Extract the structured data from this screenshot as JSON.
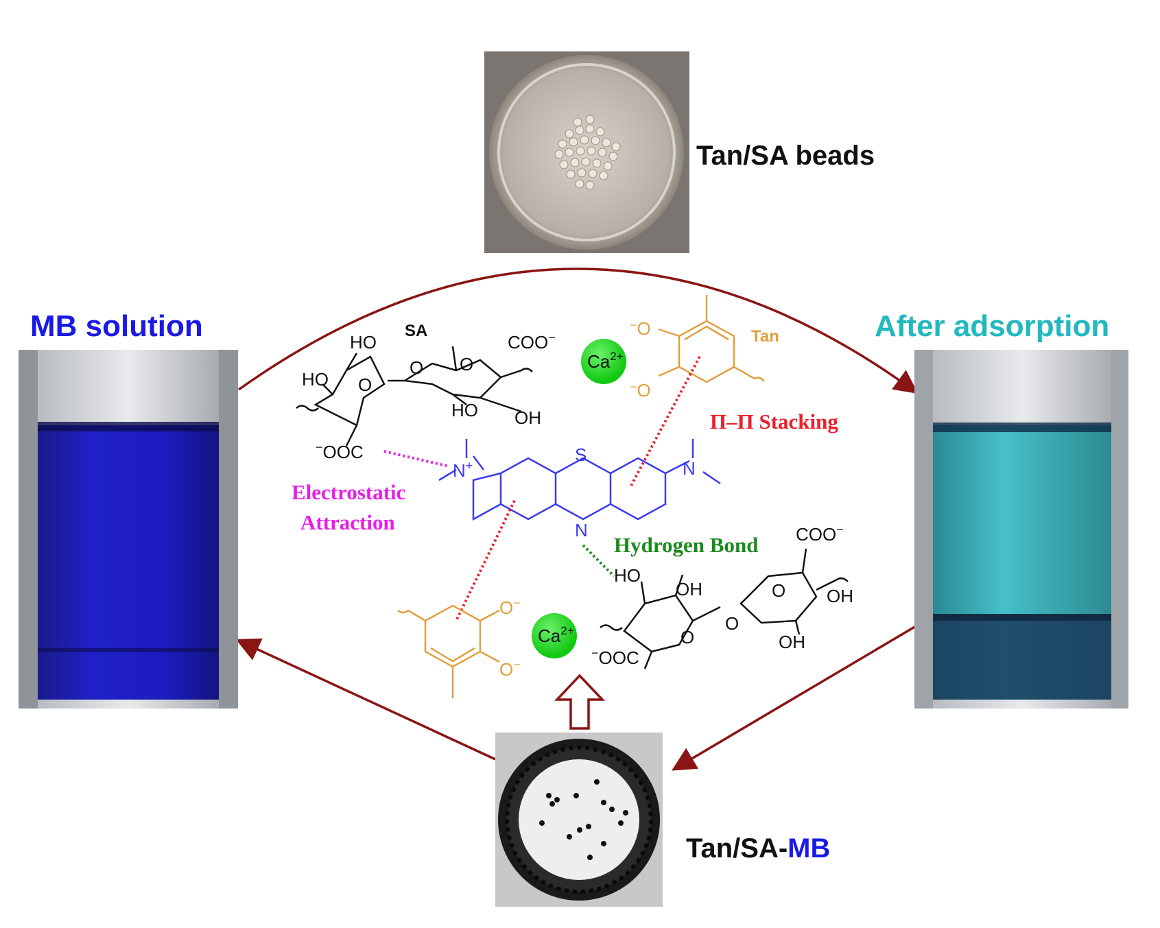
{
  "labels": {
    "beads": "Tan/SA beads",
    "mb_solution": "MB solution",
    "after_adsorption": "After adsorption",
    "tansa_mb_prefix": "Tan/SA-",
    "tansa_mb_suffix": "MB"
  },
  "interactions": {
    "electrostatic_1": "Electrostatic",
    "electrostatic_2": "Attraction",
    "pi_stacking": "Π–Π  Stacking",
    "hydrogen_bond": "Hydrogen Bond"
  },
  "chem": {
    "sa": "SA",
    "tan": "Tan",
    "ca": "Ca",
    "ca_charge": "2+",
    "coo": "COO",
    "ooc": "OOC",
    "minus": "−",
    "ho": "HO",
    "oh": "OH",
    "o": "O",
    "n": "N",
    "s": "S",
    "plus": "+"
  },
  "colors": {
    "arrow": "#8b1414",
    "mb_blue": "#1a1ae6",
    "teal": "#22b8c0",
    "magenta": "#e81ee8",
    "red": "#e8202a",
    "green": "#1c8a1c",
    "tan_orange": "#e0a040",
    "ca_green": "#22d822",
    "molecule_blue": "#3a3af0"
  }
}
